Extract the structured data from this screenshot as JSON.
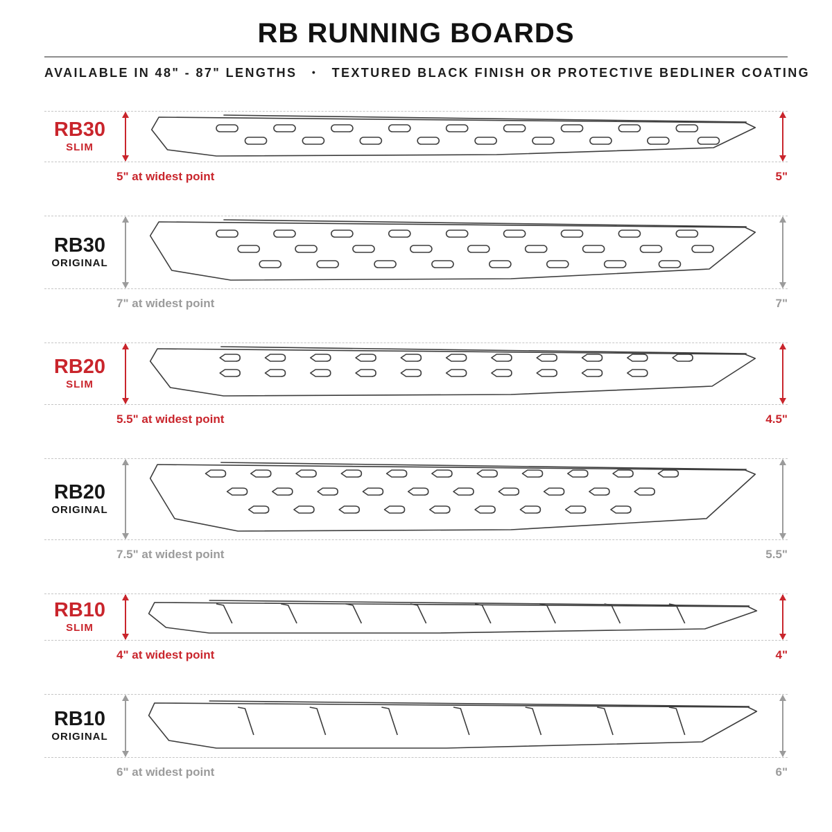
{
  "header": {
    "title": "RB RUNNING BOARDS",
    "subtitle_left": "AVAILABLE IN 48\" - 87\" LENGTHS",
    "subtitle_sep": "•",
    "subtitle_right": "TEXTURED BLACK FINISH OR PROTECTIVE BEDLINER COATING"
  },
  "colors": {
    "accent_red": "#c9252c",
    "measure_gray": "#9b9b9b",
    "drawing_line": "#3d3d3d",
    "dashed_guide": "#c5c5c5"
  },
  "rows": [
    {
      "model": "RB30",
      "variant": "SLIM",
      "widest_label": "5\" at widest point",
      "width_label": "5\""
    },
    {
      "model": "RB30",
      "variant": "ORIGINAL",
      "widest_label": "7\" at widest point",
      "width_label": "7\""
    },
    {
      "model": "RB20",
      "variant": "SLIM",
      "widest_label": "5.5\" at widest point",
      "width_label": "4.5\""
    },
    {
      "model": "RB20",
      "variant": "ORIGINAL",
      "widest_label": "7.5\" at widest point",
      "width_label": "5.5\""
    },
    {
      "model": "RB10",
      "variant": "SLIM",
      "widest_label": "4\" at widest point",
      "width_label": "4\""
    },
    {
      "model": "RB10",
      "variant": "ORIGINAL",
      "widest_label": "6\" at widest point",
      "width_label": "6\""
    }
  ]
}
